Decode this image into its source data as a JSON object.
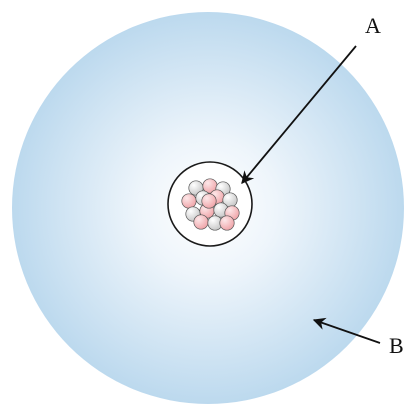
{
  "labels": {
    "a": "A",
    "b": "B"
  },
  "colors": {
    "cloud_center": "#ffffff",
    "cloud_edge": "#bcd9ee",
    "nucleus_ring": "#1a1a1a",
    "proton_fill": "#f0a7ab",
    "proton_highlight": "#fde8e9",
    "neutron_fill": "#c9c9c9",
    "neutron_highlight": "#ffffff",
    "arrow": "#111111"
  },
  "nucleus": {
    "proton_count": 8,
    "neutron_count": 7
  }
}
